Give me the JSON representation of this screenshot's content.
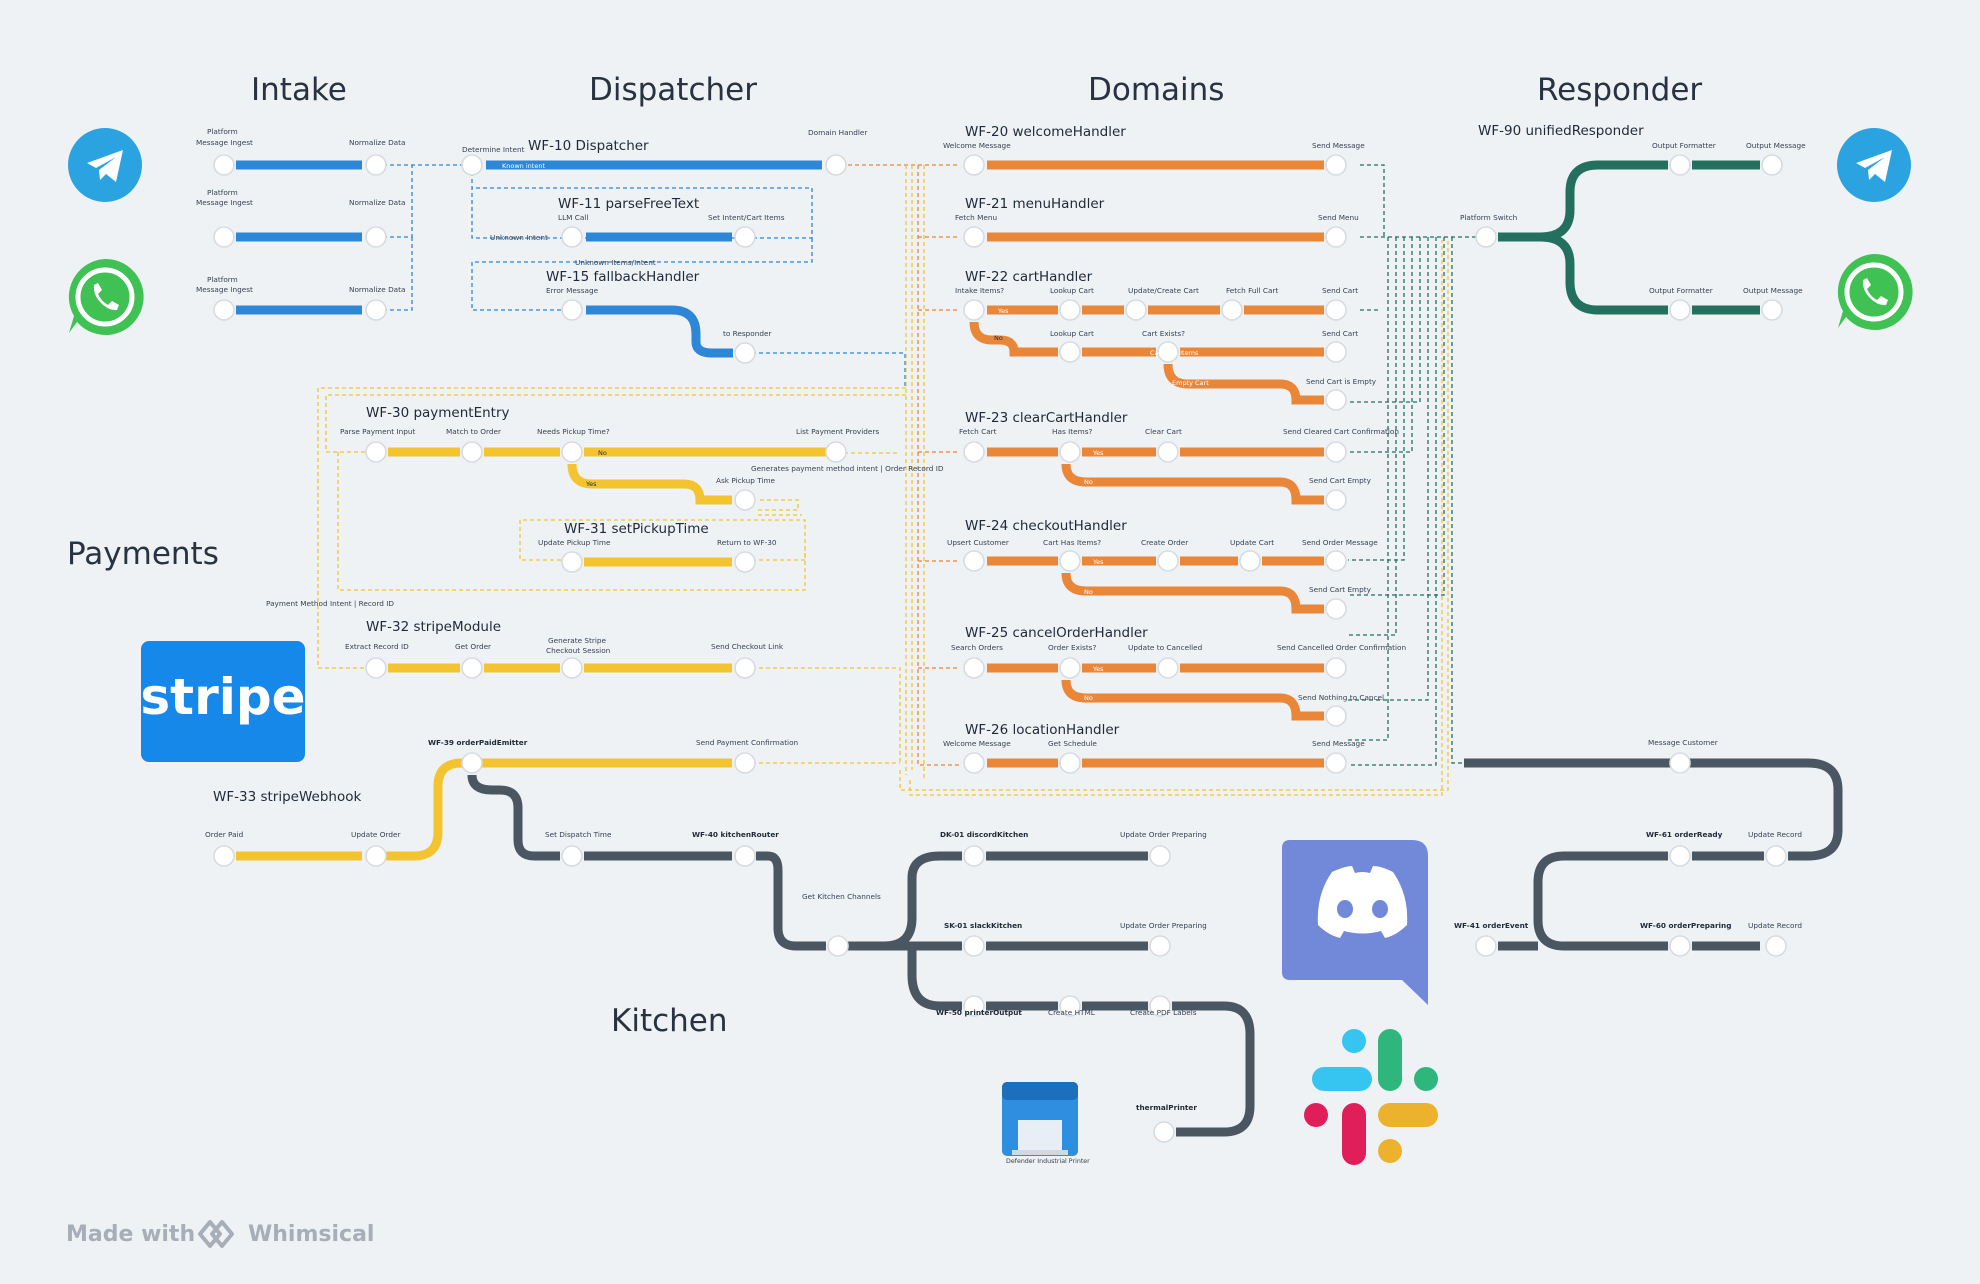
{
  "sections": {
    "intake": "Intake",
    "dispatcher": "Dispatcher",
    "domains": "Domains",
    "responder": "Responder",
    "payments": "Payments",
    "kitchen": "Kitchen"
  },
  "colors": {
    "intake": "#2d86d6",
    "domain": "#ea8638",
    "payment": "#f4c430",
    "responder": "#23705e",
    "kitchen": "#4a5661",
    "bg": "#eff2f5"
  },
  "intake": {
    "platform_ingest": "Platform",
    "platform_ingest_2": "Message Ingest",
    "normalize": "Normalize Data"
  },
  "dispatcher": {
    "wf10": "WF-10 Dispatcher",
    "determine_intent": "Determine Intent",
    "known_intent": "Known intent",
    "domain_handler": "Domain Handler",
    "unknown_intent": "Unknown Intent",
    "wf11": "WF-11 parseFreeText",
    "llm_call": "LLM Call",
    "set_intent": "Set Intent/Cart Items",
    "unknown_items": "Unknown Items/Intent",
    "wf15": "WF-15 fallbackHandler",
    "error_message": "Error Message",
    "to_responder": "to Responder"
  },
  "domains": {
    "wf20": "WF-20 welcomeHandler",
    "welcome_message": "Welcome Message",
    "send_message": "Send Message",
    "wf21": "WF-21 menuHandler",
    "fetch_menu": "Fetch Menu",
    "send_menu": "Send Menu",
    "wf22": "WF-22 cartHandler",
    "intake_items": "Intake Items?",
    "lookup_cart": "Lookup Cart",
    "update_create_cart": "Update/Create Cart",
    "fetch_full_cart": "Fetch Full Cart",
    "send_cart": "Send Cart",
    "yes": "Yes",
    "no": "No",
    "cart_exists": "Cart Exists?",
    "cart_has_items": "Cart Has Items",
    "empty_cart": "Empty Cart",
    "send_cart_is_empty": "Send Cart is Empty",
    "wf23": "WF-23 clearCartHandler",
    "fetch_cart": "Fetch Cart",
    "has_items": "Has Items?",
    "clear_cart": "Clear Cart",
    "send_cleared": "Send Cleared Cart Confirmation",
    "send_cart_empty": "Send Cart Empty",
    "wf24": "WF-24 checkoutHandler",
    "upsert_customer": "Upsert Customer",
    "cart_has_items_q": "Cart Has Items?",
    "create_order": "Create Order",
    "update_cart": "Update Cart",
    "send_order_message": "Send Order Message",
    "wf25": "WF-25 cancelOrderHandler",
    "search_orders": "Search Orders",
    "order_exists": "Order Exists?",
    "update_cancelled": "Update to Cancelled",
    "send_cancelled": "Send Cancelled Order Confirmation",
    "send_nothing": "Send Nothing to Cancel",
    "wf26": "WF-26 locationHandler",
    "get_schedule": "Get Schedule"
  },
  "responder": {
    "wf90": "WF-90 unifiedResponder",
    "platform_switch": "Platform Switch",
    "output_formatter": "Output Formatter",
    "output_message": "Output Message"
  },
  "payments": {
    "wf30": "WF-30 paymentEntry",
    "parse_payment": "Parse Payment Input",
    "match_order": "Match to Order",
    "needs_pickup": "Needs Pickup Time?",
    "list_providers": "List Payment Providers",
    "generates_intent": "Generates payment method intent | Order Record ID",
    "ask_pickup": "Ask Pickup Time",
    "wf31": "WF-31 setPickupTime",
    "update_pickup": "Update Pickup Time",
    "return_wf30": "Return to WF-30",
    "payment_method_intent": "Payment Method Intent | Record ID",
    "wf32": "WF-32 stripeModule",
    "extract_record": "Extract Record ID",
    "get_order": "Get Order",
    "generate_stripe": "Generate Stripe",
    "generate_stripe_2": "Checkout Session",
    "send_checkout": "Send Checkout Link",
    "wf33": "WF-33 stripeWebhook",
    "order_paid": "Order Paid",
    "update_order": "Update Order",
    "wf39": "WF-39 orderPaidEmitter",
    "send_payment_conf": "Send Payment Confirmation"
  },
  "kitchen": {
    "set_dispatch": "Set Dispatch Time",
    "wf40": "WF-40 kitchenRouter",
    "get_kitchen_channels": "Get Kitchen Channels",
    "dk01": "DK-01 discordKitchen",
    "update_preparing": "Update Order Preparing",
    "sk01": "SK-01 slackKitchen",
    "wf50": "WF-50 printerOutput",
    "create_html": "Create HTML",
    "create_pdf": "Create PDF Labels",
    "thermal_printer": "thermalPrinter",
    "printer_caption": "Defender Industrial Printer",
    "message_customer": "Message Customer",
    "wf61": "WF-61 orderReady",
    "update_record": "Update Record",
    "wf41": "WF-41 orderEvent",
    "wf60": "WF-60 orderPreparing"
  },
  "logos": {
    "stripe": "stripe",
    "telegram": "telegram-icon",
    "whatsapp": "whatsapp-icon",
    "discord": "discord-icon",
    "slack": "slack-icon"
  },
  "footer": {
    "made_with": "Made with",
    "brand": "Whimsical"
  }
}
